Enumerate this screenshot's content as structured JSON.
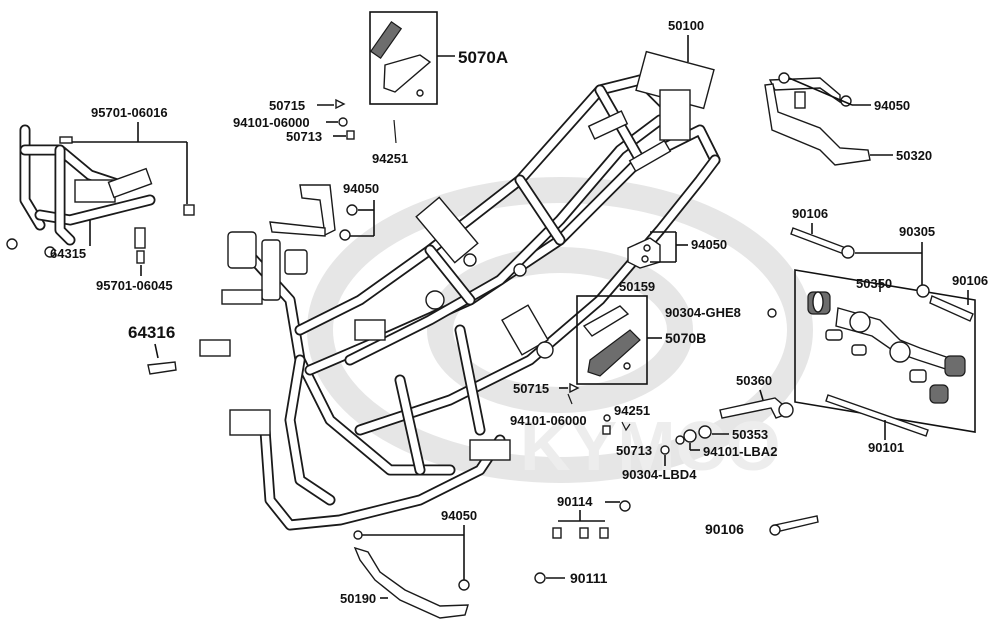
{
  "diagram": {
    "watermark": "KYMCO",
    "labels": {
      "l50100": "50100",
      "l5070A": "5070A",
      "l50715a": "50715",
      "l94101a": "94101-06000",
      "l50713a": "50713",
      "l94251a": "94251",
      "l95701a": "95701-06016",
      "l94050a": "94050",
      "l64315": "64315",
      "l95701b": "95701-06045",
      "l64316": "64316",
      "l94050b": "94050",
      "l50320": "50320",
      "l90106a": "90106",
      "l90305": "90305",
      "l94050c": "94050",
      "l50159": "50159",
      "l50350": "50350",
      "l90106b": "90106",
      "l90304ghe8": "90304-GHE8",
      "l5070B": "5070B",
      "l50715b": "50715",
      "l94101b": "94101-06000",
      "l94251b": "94251",
      "l50713b": "50713",
      "l50360": "50360",
      "l50353": "50353",
      "l94101lba2": "94101-LBA2",
      "l90304lbd4": "90304-LBD4",
      "l90101": "90101",
      "l90114": "90114",
      "l90106c": "90106",
      "l94050d": "94050",
      "l90111": "90111",
      "l50190": "50190"
    }
  }
}
